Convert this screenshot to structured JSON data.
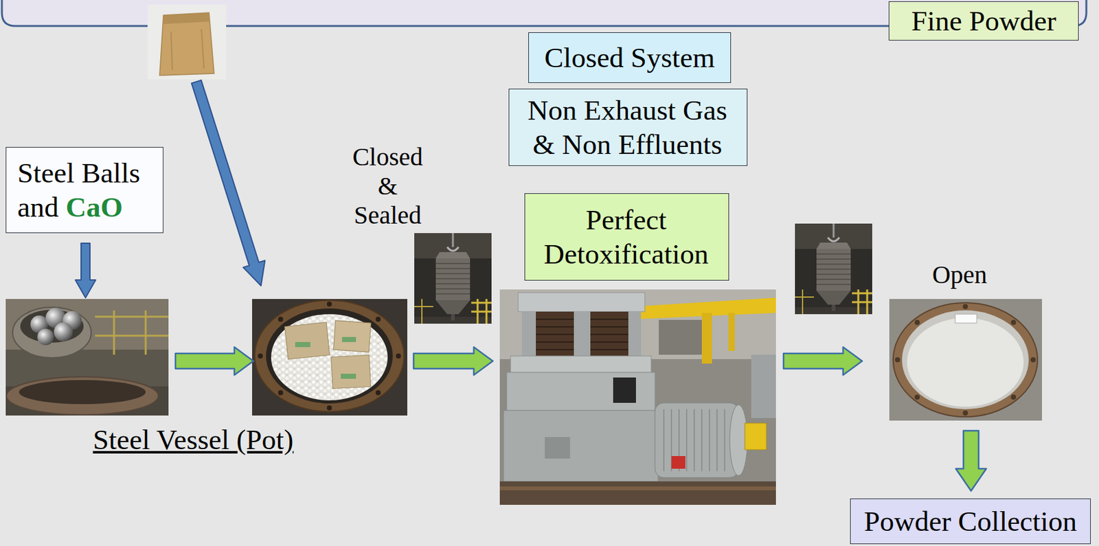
{
  "diagram": {
    "nodes": [
      {
        "text": [
          "Fine Powder"
        ]
      },
      {
        "text": [
          "Closed System"
        ]
      },
      {
        "text": [
          "Non Exhaust Gas & Non Effluents"
        ]
      },
      {
        "text": [
          "Steel Balls and CaO"
        ]
      },
      {
        "text": [
          "Perfect Detoxification"
        ]
      },
      {
        "text": [
          "Powder Collection"
        ]
      }
    ],
    "labels": [
      "Closed & Sealed",
      "Open",
      "Steel Vessel (Pot)"
    ]
  }
}
